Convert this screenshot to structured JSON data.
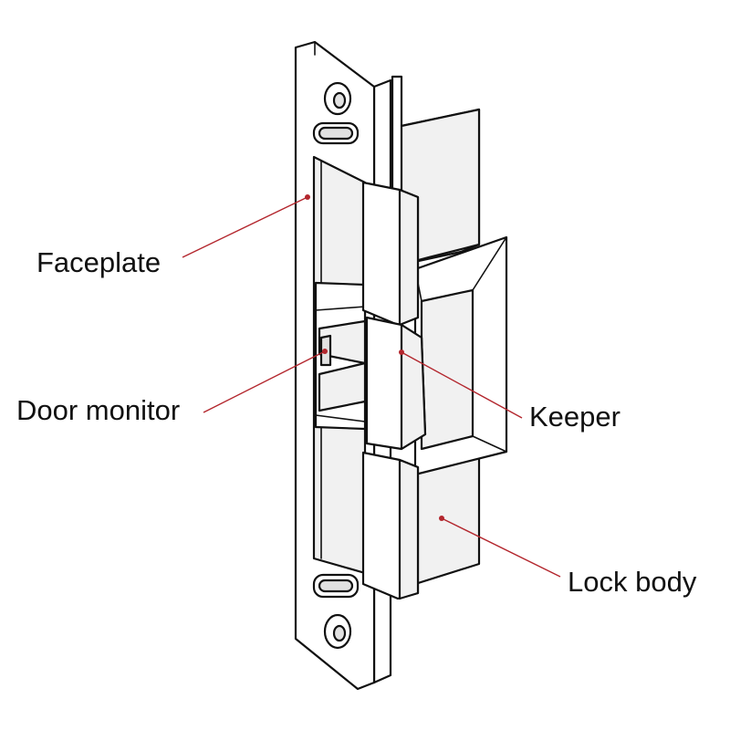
{
  "colors": {
    "leader": "#b3262d",
    "outline": "#111111",
    "text": "#111111",
    "background": "#ffffff"
  },
  "labels": {
    "faceplate": "Faceplate",
    "door_monitor": "Door monitor",
    "keeper": "Keeper",
    "lock_body": "Lock body"
  }
}
